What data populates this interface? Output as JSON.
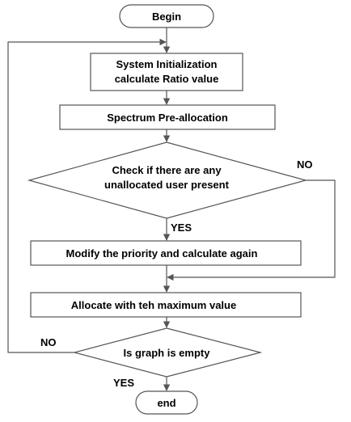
{
  "nodes": {
    "begin": {
      "label": "Begin"
    },
    "init": {
      "line1": "System Initialization",
      "line2": "calculate Ratio value"
    },
    "prealloc": {
      "label": "Spectrum Pre-allocation"
    },
    "check": {
      "line1": "Check if there are any",
      "line2": "unallocated user present"
    },
    "modify": {
      "label": "Modify the priority and calculate again"
    },
    "allocate": {
      "label": "Allocate with teh maximum value"
    },
    "empty": {
      "label": "Is graph is empty"
    },
    "end": {
      "label": "end"
    }
  },
  "edges": {
    "check_yes": "YES",
    "check_no": "NO",
    "empty_no": "NO",
    "empty_yes": "YES"
  },
  "colors": {
    "stroke": "#555555",
    "fill": "#ffffff",
    "text": "#000000"
  }
}
